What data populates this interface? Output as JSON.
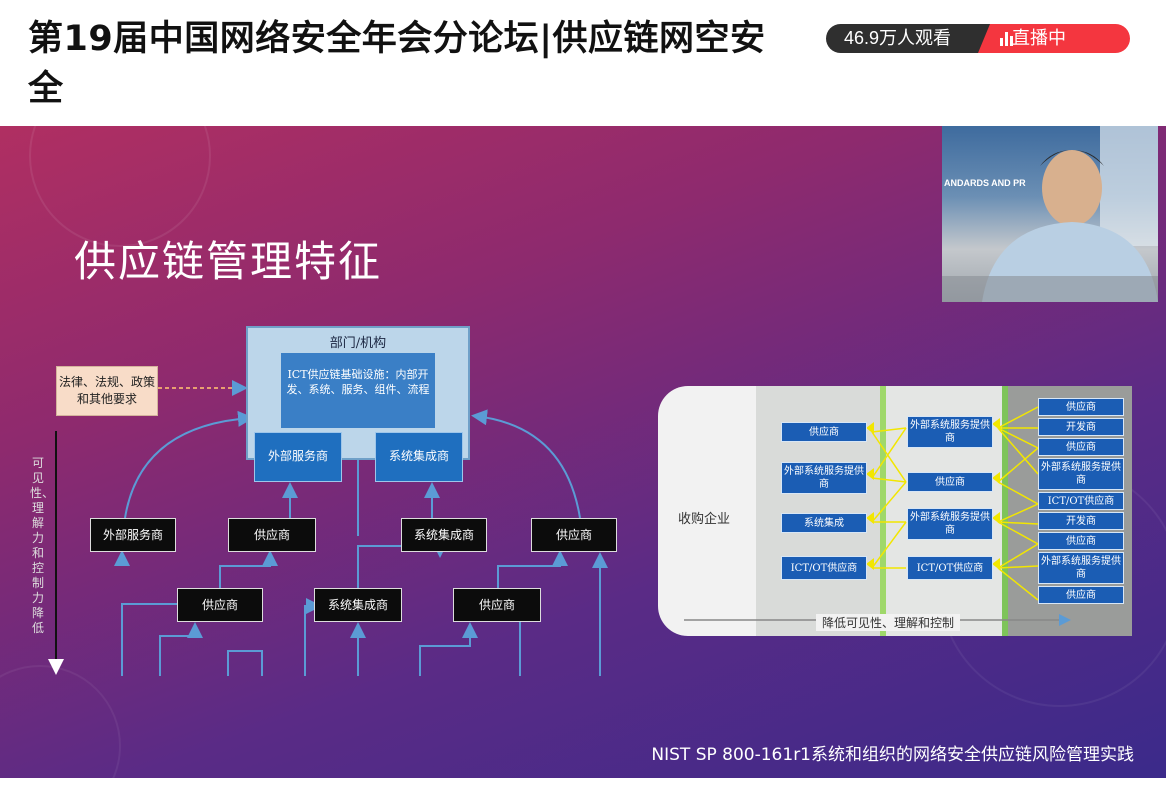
{
  "header": {
    "title": "第19届中国网络安全年会分论坛|供应链网空安全",
    "viewers": "46.9万人观看",
    "live_label": "直播中"
  },
  "slide": {
    "title": "供应链管理特征",
    "caption": "NIST SP 800-161r1系统和组织的网络安全供应链风险管理实践",
    "left_diagram": {
      "org_title": "部门/机构",
      "org_inner": "ICT供应链基础设施：内部开发、系统、服务、组件、流程",
      "law_box": "法律、法规、政策和其他要求",
      "mid_blue": [
        "外部服务商",
        "系统集成商"
      ],
      "row1": [
        "外部服务商",
        "供应商",
        "系统集成商",
        "供应商"
      ],
      "row2": [
        "供应商",
        "系统集成商",
        "供应商"
      ],
      "side_text": "可见性、理解力和控制力降低"
    },
    "right_diagram": {
      "buyer": "收购企业",
      "col1": [
        "供应商",
        "外部系统服务提供商",
        "系统集成",
        "ICT/OT供应商"
      ],
      "col2": [
        "外部系统服务提供商",
        "供应商",
        "外部系统服务提供商",
        "ICT/OT供应商"
      ],
      "col3": [
        "供应商",
        "开发商",
        "供应商",
        "外部系统服务提供商",
        "ICT/OT供应商",
        "开发商",
        "供应商",
        "外部系统服务提供商",
        "供应商"
      ],
      "bottom_label": "降低可见性、理解和控制"
    }
  },
  "camera": {
    "backdrop_text": "ANDARDS AND PR"
  },
  "colors": {
    "live": "#f4363f",
    "viewers_bg": "#2f2f2f",
    "box_blue": "#1f6fbf",
    "box_black": "#0c0c0c"
  }
}
